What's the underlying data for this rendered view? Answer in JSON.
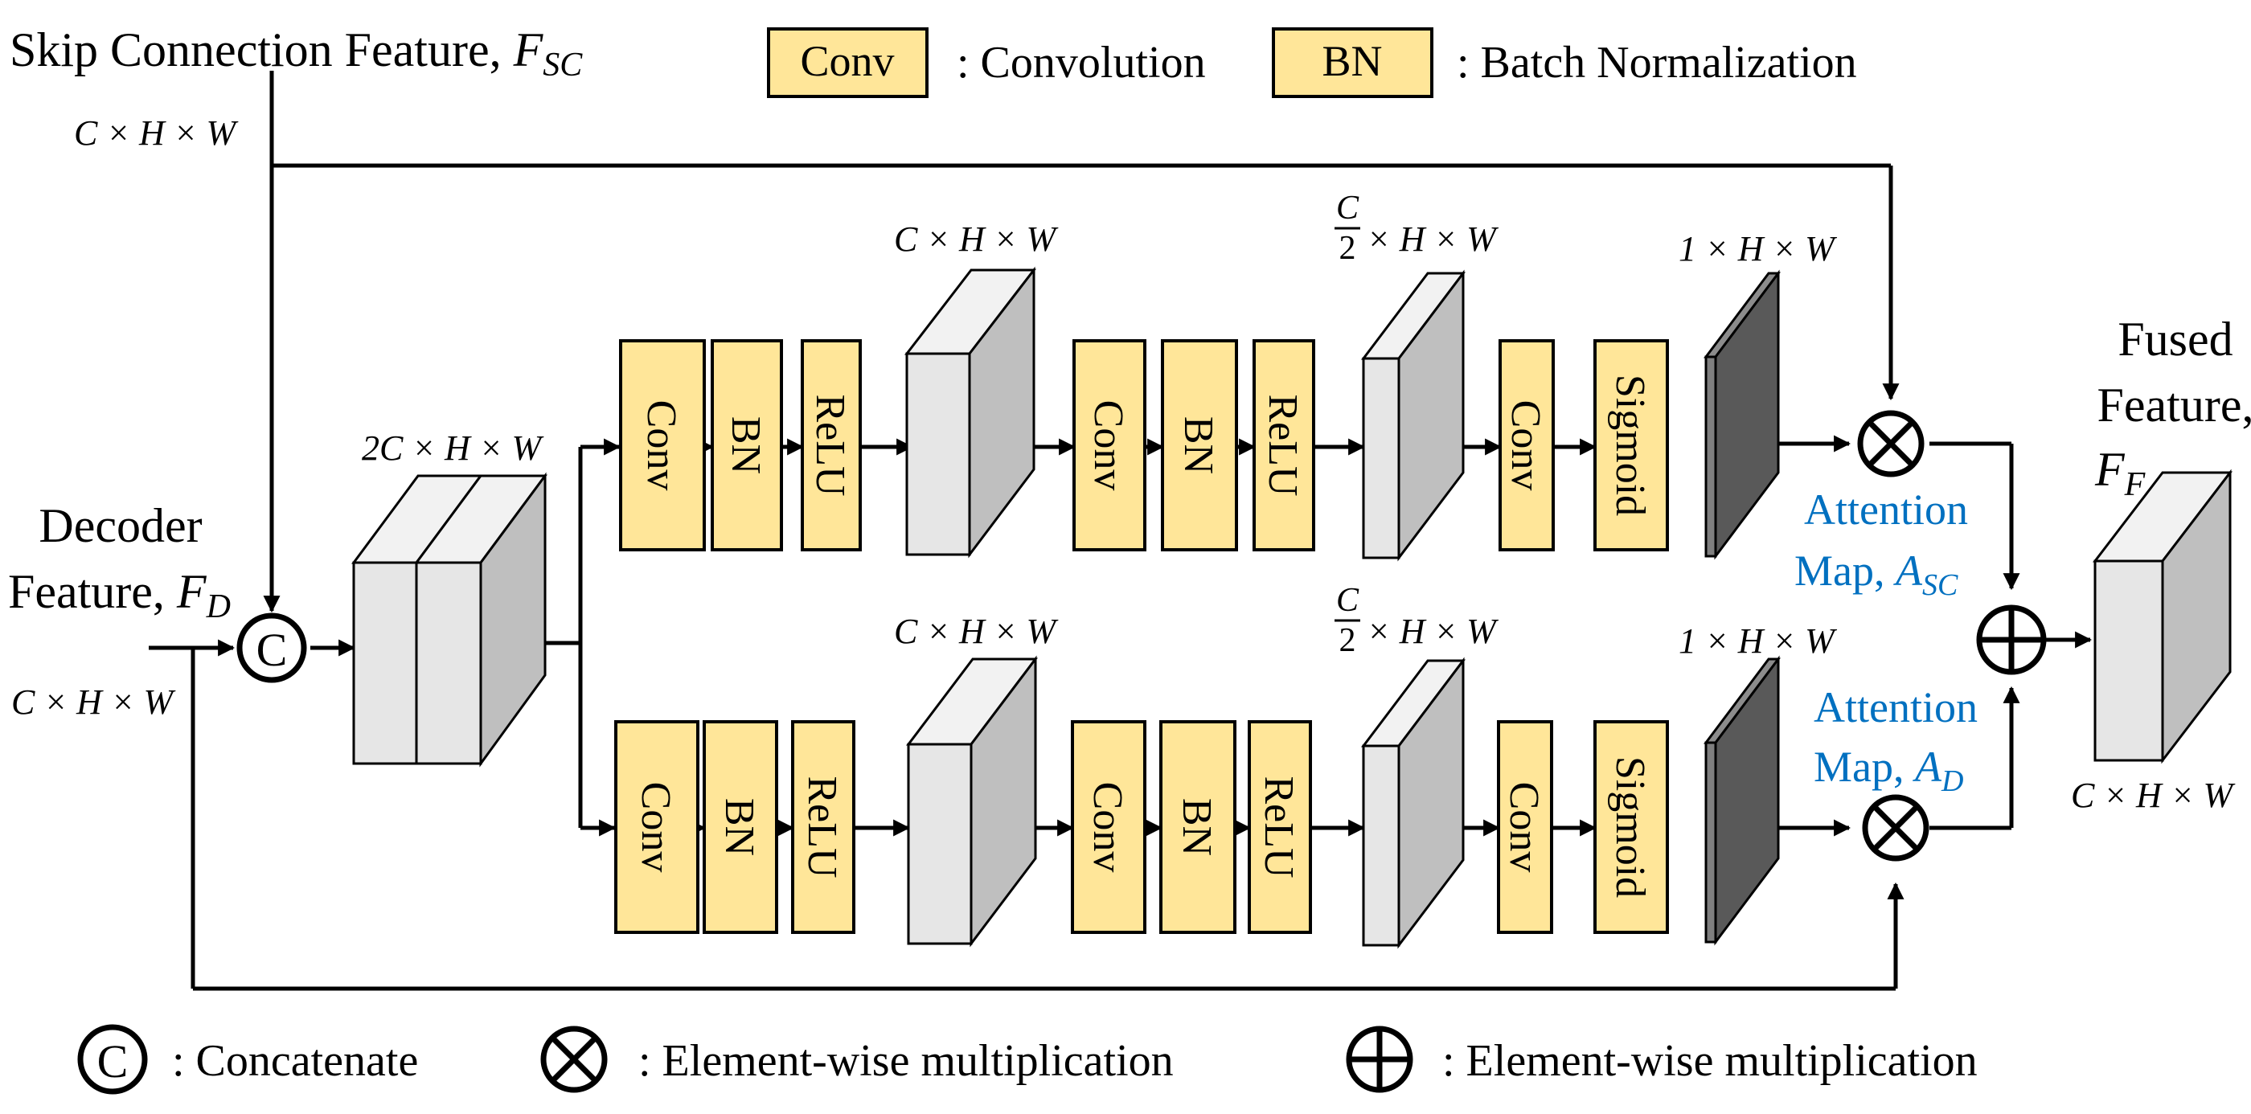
{
  "colors": {
    "block_fill": "#FFE699",
    "attention_text": "#0070C0",
    "feature_light": "#E6E6E6",
    "feature_dark": "#7F7F7F"
  },
  "top_legend": {
    "conv_box": "Conv",
    "conv_desc": ": Convolution",
    "bn_box": "BN",
    "bn_desc": ": Batch Normalization"
  },
  "inputs": {
    "skip_label": "Skip Connection Feature, ",
    "skip_symbol": "F",
    "skip_sub": "SC",
    "skip_dims": "C × H × W",
    "decoder_line1": "Decoder",
    "decoder_line2": "Feature, ",
    "decoder_symbol": "F",
    "decoder_sub": "D",
    "decoder_dims": "C × H × W"
  },
  "concat": {
    "symbol": "C",
    "dims": "2C × H × W"
  },
  "top_branch": {
    "stage1": [
      "Conv",
      "BN",
      "ReLU"
    ],
    "dims1": "C × H × W",
    "stage2": [
      "Conv",
      "BN",
      "ReLU"
    ],
    "dims2_frac_num": "C",
    "dims2_frac_den": "2",
    "dims2_rest": "× H × W",
    "stage3": [
      "Conv",
      "Sigmoid"
    ],
    "dims3": "1 × H × W",
    "attention_line1": "Attention",
    "attention_line2": "Map, ",
    "attention_symbol": "A",
    "attention_sub": "SC"
  },
  "bottom_branch": {
    "stage1": [
      "Conv",
      "BN",
      "ReLU"
    ],
    "dims1": "C × H × W",
    "stage2": [
      "Conv",
      "BN",
      "ReLU"
    ],
    "dims2_frac_num": "C",
    "dims2_frac_den": "2",
    "dims2_rest": "× H × W",
    "stage3": [
      "Conv",
      "Sigmoid"
    ],
    "dims3": "1 × H × W",
    "attention_line1": "Attention",
    "attention_line2": "Map, ",
    "attention_symbol": "A",
    "attention_sub": "D"
  },
  "output": {
    "line1": "Fused",
    "line2": "Feature,",
    "symbol": "F",
    "sub": "F",
    "dims": "C × H × W"
  },
  "bottom_legend": {
    "concat_symbol": "C",
    "concat_desc": ": Concatenate",
    "mult_desc": ": Element-wise multiplication",
    "add_desc": ": Element-wise multiplication"
  }
}
